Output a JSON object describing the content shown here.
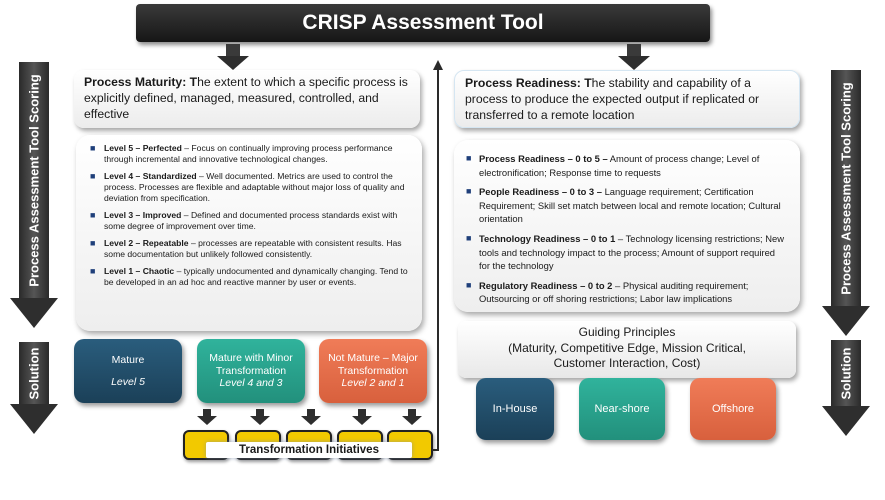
{
  "title": "CRISP Assessment Tool",
  "side_labels": {
    "scoring_left": "Process Assessment Tool Scoring",
    "scoring_right": "Process Assessment Tool Scoring",
    "solution_left": "Solution",
    "solution_right": "Solution"
  },
  "process_maturity": {
    "term": "Process Maturity: T",
    "definition": "he extent to which a specific process is explicitly defined, managed, measured, controlled, and effective",
    "levels": [
      {
        "name": "Level 5 – Perfected",
        "desc": " – Focus on continually improving process performance through incremental and innovative technological changes."
      },
      {
        "name": "Level 4 – Standardized",
        "desc": " – Well documented.  Metrics are used to control the process.  Processes are flexible and adaptable without major loss of quality and deviation from specification."
      },
      {
        "name": "Level 3 – Improved",
        "desc": " – Defined and documented process standards exist with some degree of improvement over time."
      },
      {
        "name": "Level 2 – Repeatable",
        "desc": " – processes are repeatable with consistent results.  Has some documentation but unlikely followed consistently."
      },
      {
        "name": "Level 1 – Chaotic",
        "desc": " – typically undocumented and dynamically changing.  Tend to be developed in an ad hoc and reactive manner by user or events."
      }
    ]
  },
  "process_readiness": {
    "term": "Process Readiness: T",
    "definition": "he stability and capability of a process to produce the expected output if replicated or transferred to a remote location",
    "items": [
      {
        "name": "Process Readiness – 0  to 5 –",
        "desc": " Amount of process change; Level of electronification; Response time to requests"
      },
      {
        "name": "People Readiness – 0 to 3 –",
        "desc": " Language requirement; Certification Requirement; Skill set match between local and remote location; Cultural orientation"
      },
      {
        "name": "Technology Readiness – 0 to 1",
        "desc": " – Technology licensing restrictions; New tools and technology impact to the process; Amount of support required for the technology"
      },
      {
        "name": "Regulatory Readiness – 0 to 2",
        "desc": " – Physical auditing requirement; Outsourcing or off shoring restrictions; Labor law implications"
      }
    ]
  },
  "maturity_solutions": [
    {
      "title": "Mature",
      "level": "Level 5",
      "color": "#1f4e6b"
    },
    {
      "title": "Mature with Minor Transformation",
      "level": "Level 4 and  3",
      "color": "#27a58f"
    },
    {
      "title": "Not Mature – Major Transformation",
      "level": "Level 2 and 1",
      "color": "#e8704c"
    }
  ],
  "guiding_principles": {
    "title": "Guiding Principles",
    "line1": "(Maturity, Competitive Edge, Mission Critical,",
    "line2": "Customer Interaction, Cost)"
  },
  "sourcing_solutions": [
    {
      "label": "In-House",
      "color": "#1f4e6b"
    },
    {
      "label": "Near-shore",
      "color": "#27a58f"
    },
    {
      "label": "Offshore",
      "color": "#e8704c"
    }
  ],
  "transformation_initiatives": "Transformation Initiatives"
}
